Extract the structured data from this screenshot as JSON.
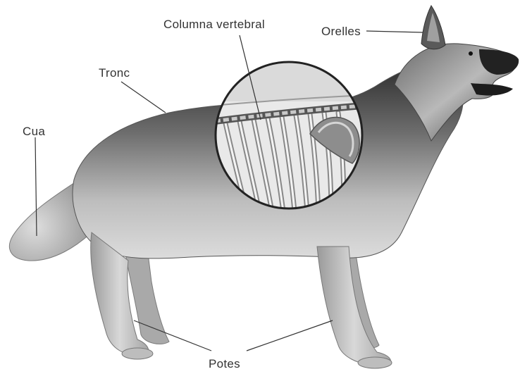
{
  "diagram": {
    "labels": {
      "columna": "Columna vertebral",
      "orelles": "Orelles",
      "tronc": "Tronc",
      "cua": "Cua",
      "potes": "Potes"
    },
    "colors": {
      "background": "#ffffff",
      "dog_dark": "#2a2a2a",
      "dog_mid": "#8a8a8a",
      "dog_light": "#d6d6d6",
      "leader_line": "#333333",
      "bone": "#f2f2f2"
    }
  }
}
